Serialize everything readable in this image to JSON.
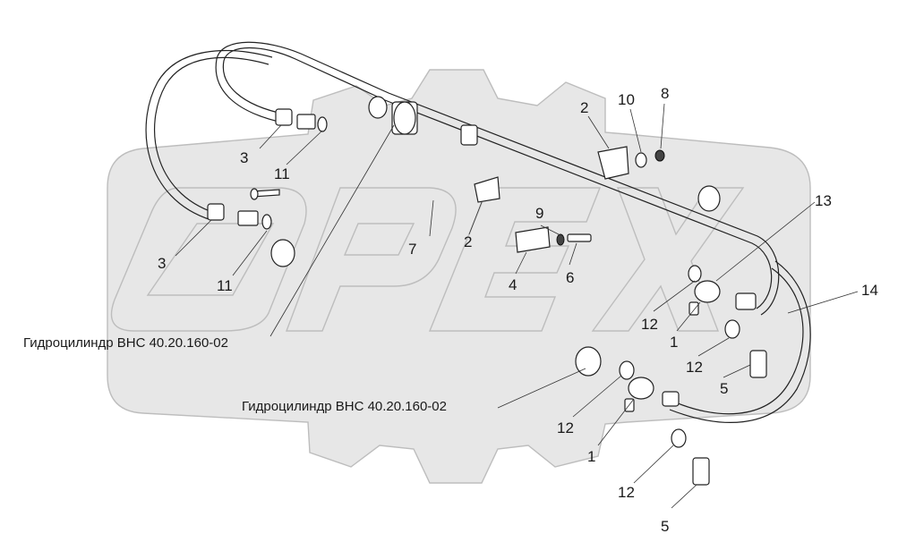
{
  "diagram": {
    "captions": {
      "cylinder_upper": "Гидроцилиндр ВНС 40.20.160-02",
      "cylinder_lower": "Гидроцилиндр ВНС 40.20.160-02"
    },
    "callouts": {
      "c1a": "1",
      "c1b": "1",
      "c2a": "2",
      "c2b": "2",
      "c3a": "3",
      "c3b": "3",
      "c4": "4",
      "c5a": "5",
      "c5b": "5",
      "c6": "6",
      "c7": "7",
      "c8": "8",
      "c9": "9",
      "c10": "10",
      "c11a": "11",
      "c11b": "11",
      "c12a": "12",
      "c12b": "12",
      "c12c": "12",
      "c12d": "12",
      "c13": "13",
      "c14": "14"
    },
    "watermark": {
      "text": "OPEX",
      "color": "#e7e7e7"
    }
  }
}
